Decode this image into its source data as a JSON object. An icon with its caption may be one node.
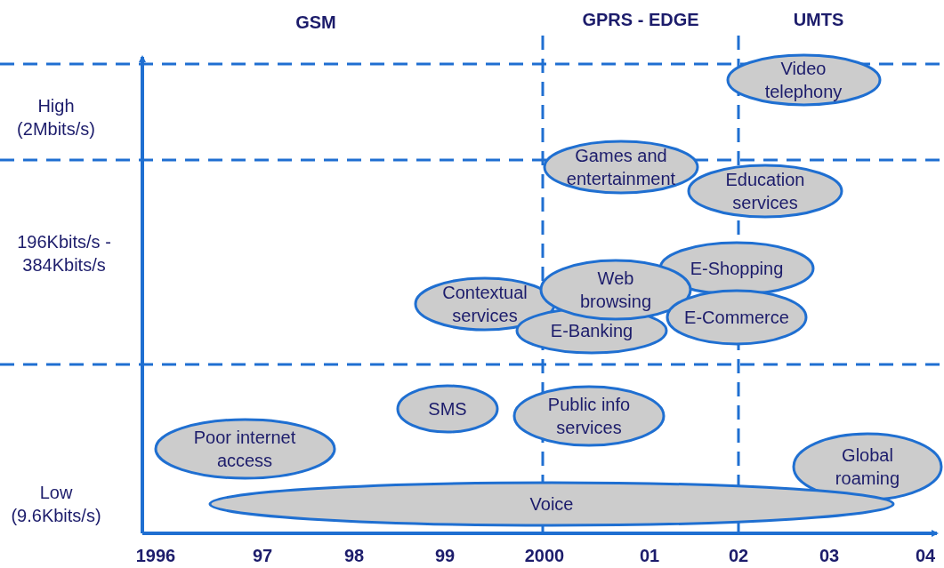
{
  "diagram": {
    "nodes": [
      {
        "text": [
          "Video telephony"
        ]
      },
      {
        "text": [
          "Games and entertainment"
        ]
      },
      {
        "text": [
          "Education services"
        ]
      },
      {
        "text": [
          "E-Shopping"
        ]
      },
      {
        "text": [
          "Contextual services"
        ]
      },
      {
        "text": [
          "E-Banking"
        ]
      },
      {
        "text": [
          "Web browsing"
        ]
      },
      {
        "text": [
          "E-Commerce"
        ]
      },
      {
        "text": [
          "SMS"
        ]
      },
      {
        "text": [
          "Public info services"
        ]
      },
      {
        "text": [
          "Poor internet access"
        ]
      },
      {
        "text": [
          "Global roaming"
        ]
      },
      {
        "text": [
          "Voice"
        ]
      }
    ],
    "labels": [
      "GSM",
      "GPRS - EDGE",
      "UMTS",
      "High (2Mbits/s)",
      "196Kbits/s - 384Kbits/s",
      "Low (9.6Kbits/s)",
      "1996",
      "97",
      "98",
      "99",
      "2000",
      "01",
      "02",
      "03",
      "04"
    ]
  }
}
